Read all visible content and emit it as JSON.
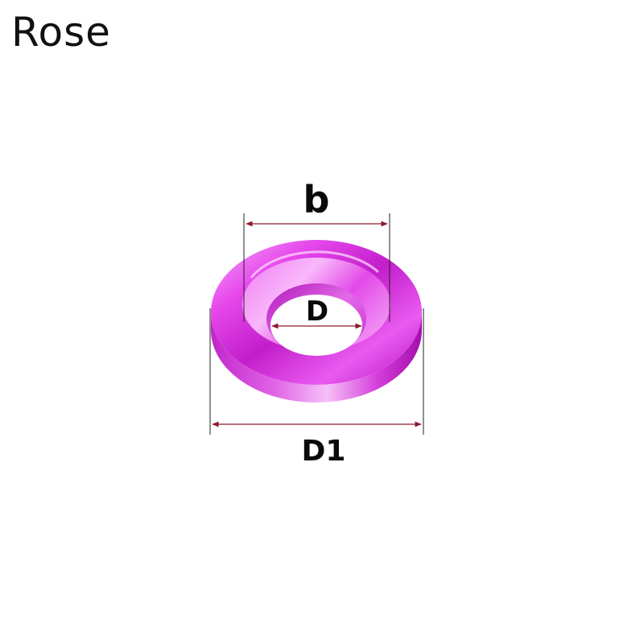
{
  "title": "Rose",
  "diagram": {
    "part": "washer-icon",
    "accent_color": "#e040e8",
    "dimension_line_color": "#8b1a2b",
    "labels": {
      "width": "b",
      "inner_diameter": "D",
      "outer_diameter": "D1"
    }
  }
}
